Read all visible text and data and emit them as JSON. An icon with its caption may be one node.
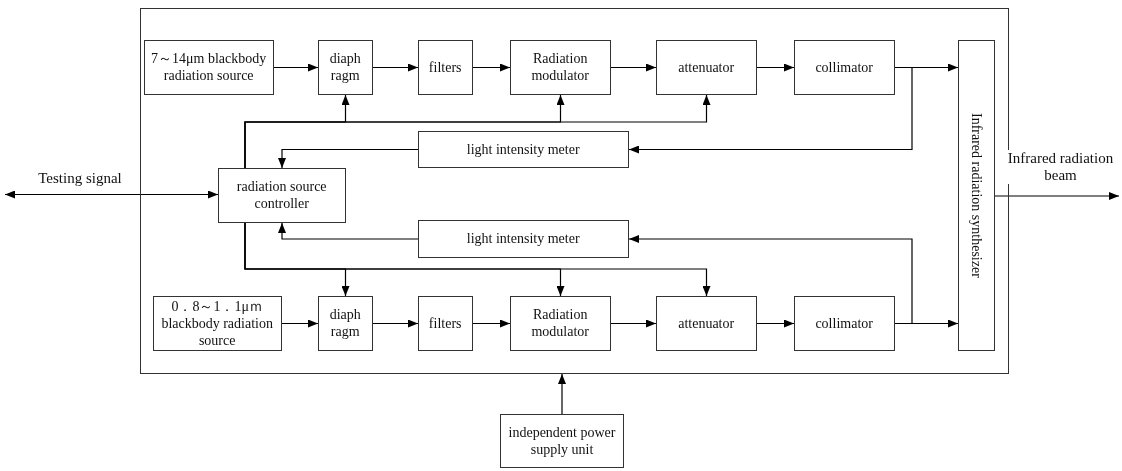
{
  "diagram": {
    "nodes": [
      {
        "text": [],
        "shape": "box"
      },
      {
        "text": [
          "7～14μm blackbody radiation source"
        ],
        "in": 0
      },
      {
        "text": [
          "diaph ragm"
        ],
        "in": 0
      },
      {
        "text": [
          "filters"
        ],
        "in": 0
      },
      {
        "text": [
          "Radiation modulator"
        ],
        "in": 0
      },
      {
        "text": [
          "attenuator"
        ],
        "in": 0
      },
      {
        "text": [
          "collimator"
        ],
        "in": 0
      },
      {
        "text": [
          "Infrared radiation synthesizer"
        ],
        "in": 0
      },
      {
        "text": [
          "light intensity meter"
        ],
        "in": 0
      },
      {
        "text": [
          "radiation source controller"
        ],
        "in": 0
      },
      {
        "text": [
          "light intensity meter"
        ],
        "in": 0
      },
      {
        "text": [
          "0．8～1．1μｍ blackbody radiation source"
        ],
        "in": 0
      },
      {
        "text": [
          "diaph ragm"
        ],
        "in": 0
      },
      {
        "text": [
          "filters"
        ],
        "in": 0
      },
      {
        "text": [
          "Radiation modulator"
        ],
        "in": 0
      },
      {
        "text": [
          "attenuator"
        ],
        "in": 0
      },
      {
        "text": [
          "collimator"
        ],
        "in": 0
      },
      {
        "text": [
          "independent power supply unit"
        ]
      }
    ],
    "edges": [
      {
        "from": 1,
        "to": 2,
        "arrow": "to"
      },
      {
        "from": 2,
        "to": 3,
        "arrow": "to"
      },
      {
        "from": 3,
        "to": 4,
        "arrow": "to"
      },
      {
        "from": 4,
        "to": 5,
        "arrow": "to"
      },
      {
        "from": 5,
        "to": 6,
        "arrow": "to"
      },
      {
        "from": 6,
        "to": 7,
        "arrow": "to"
      },
      {
        "from": 6,
        "to": 8,
        "arrow": "to"
      },
      {
        "from": 8,
        "to": 9,
        "arrow": "to"
      },
      {
        "from": 9,
        "to": 2,
        "arrow": "to"
      },
      {
        "from": 9,
        "to": 4,
        "arrow": "to"
      },
      {
        "from": 9,
        "to": 5,
        "arrow": "to"
      },
      {
        "from": 10,
        "to": 9,
        "arrow": "to"
      },
      {
        "from": 9,
        "to": 12,
        "arrow": "to"
      },
      {
        "from": 9,
        "to": 14,
        "arrow": "to"
      },
      {
        "from": 9,
        "to": 15,
        "arrow": "to"
      },
      {
        "from": 11,
        "to": 12,
        "arrow": "to"
      },
      {
        "from": 12,
        "to": 13,
        "arrow": "to"
      },
      {
        "from": 13,
        "to": 14,
        "arrow": "to"
      },
      {
        "from": 14,
        "to": 15,
        "arrow": "to"
      },
      {
        "from": 15,
        "to": 16,
        "arrow": "to"
      },
      {
        "from": 16,
        "to": 7,
        "arrow": "to"
      },
      {
        "from": 16,
        "to": 10,
        "arrow": "to"
      },
      {
        "from": 17,
        "to": 0,
        "arrow": "to"
      },
      {
        "from": null,
        "to": 9,
        "arrow": "both",
        "label": "Testing signal"
      },
      {
        "from": 7,
        "to": null,
        "arrow": "to",
        "label": "Infrared radiation beam"
      }
    ]
  }
}
